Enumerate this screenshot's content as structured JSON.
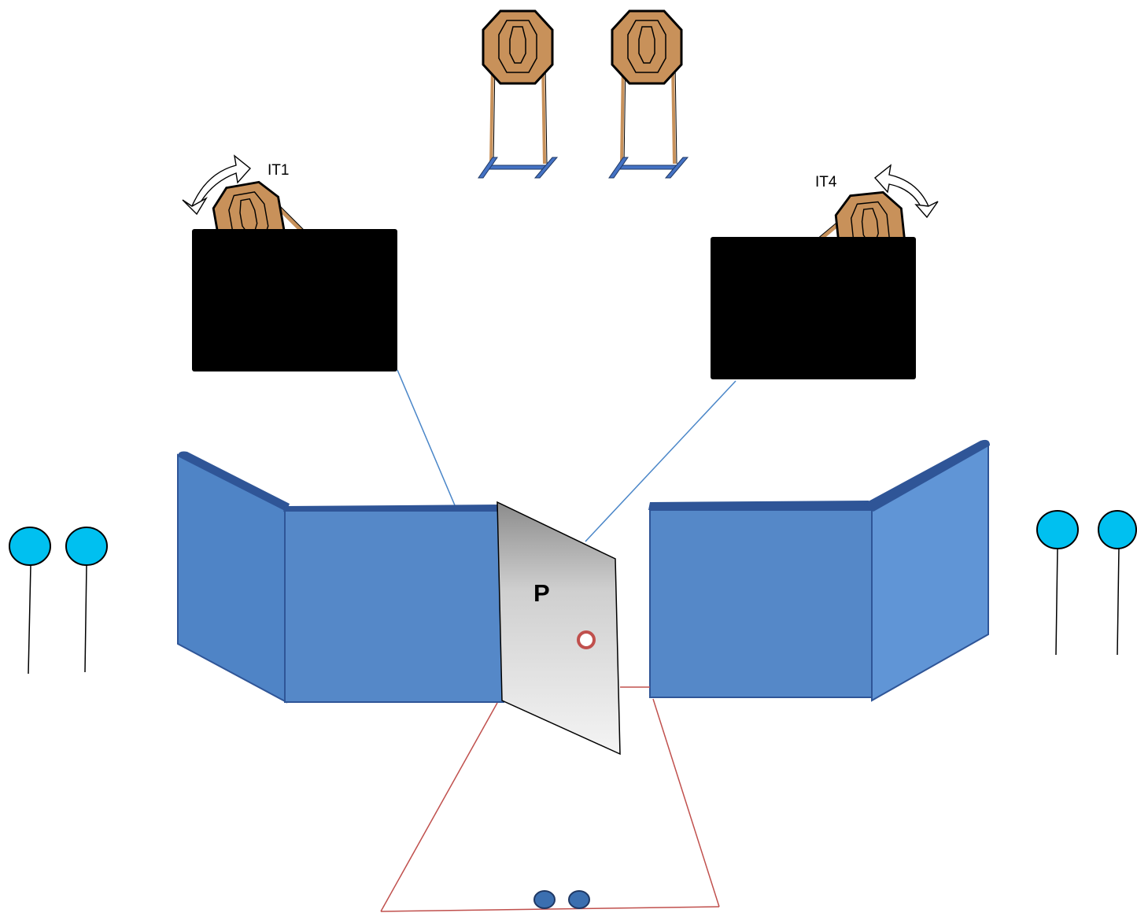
{
  "labels": {
    "it1": "IT1",
    "it4": "IT4",
    "port": "P"
  },
  "colors": {
    "target_fill": "#c8915a",
    "target_stroke": "#000000",
    "stand_blue": "#4472c4",
    "wall_front": "#5588c8",
    "wall_side": "#4a7fc4",
    "wall_top": "#2f5597",
    "port_panel": "#d9d9d9",
    "popper_fill": "#00c0f0",
    "fault_line": "#c0504d",
    "sight_line": "#4a86c8",
    "start_mark": "#3b6fb0",
    "hard_cover": "#000000"
  },
  "icons": [
    "rotation-arrow-icon",
    "steel-target-icon",
    "popper-icon",
    "start-position-icon"
  ]
}
